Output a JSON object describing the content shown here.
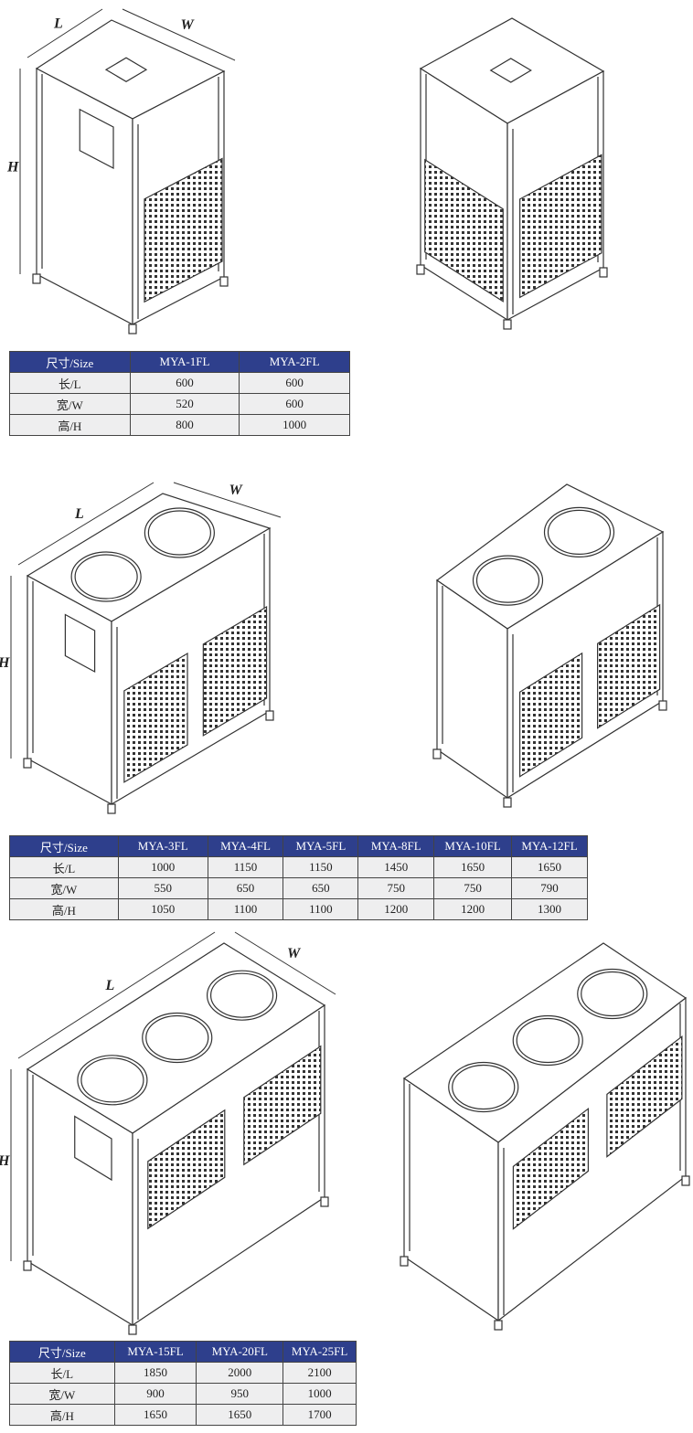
{
  "drawings": [
    {
      "name": "mya-1fl-2fl-front-view",
      "labels": {
        "L": "L",
        "W": "W",
        "H": "H"
      }
    },
    {
      "name": "mya-1fl-2fl-rear-view"
    },
    {
      "name": "mya-3fl-12fl-front-view",
      "labels": {
        "L": "L",
        "W": "W",
        "H": "H"
      }
    },
    {
      "name": "mya-3fl-12fl-rear-view"
    },
    {
      "name": "mya-15fl-25fl-front-view",
      "labels": {
        "L": "L",
        "W": "W",
        "H": "H"
      }
    },
    {
      "name": "mya-15fl-25fl-rear-view"
    }
  ],
  "tables": [
    {
      "header": [
        "尺寸/Size",
        "MYA-1FL",
        "MYA-2FL"
      ],
      "rows": [
        [
          "长/L",
          "600",
          "600"
        ],
        [
          "宽/W",
          "520",
          "600"
        ],
        [
          "高/H",
          "800",
          "1000"
        ]
      ]
    },
    {
      "header": [
        "尺寸/Size",
        "MYA-3FL",
        "MYA-4FL",
        "MYA-5FL",
        "MYA-8FL",
        "MYA-10FL",
        "MYA-12FL"
      ],
      "rows": [
        [
          "长/L",
          "1000",
          "1150",
          "1150",
          "1450",
          "1650",
          "1650"
        ],
        [
          "宽/W",
          "550",
          "650",
          "650",
          "750",
          "750",
          "790"
        ],
        [
          "高/H",
          "1050",
          "1100",
          "1100",
          "1200",
          "1200",
          "1300"
        ]
      ]
    },
    {
      "header": [
        "尺寸/Size",
        "MYA-15FL",
        "MYA-20FL",
        "MYA-25FL"
      ],
      "rows": [
        [
          "长/L",
          "1850",
          "2000",
          "2100"
        ],
        [
          "宽/W",
          "900",
          "950",
          "1000"
        ],
        [
          "高/H",
          "1650",
          "1650",
          "1700"
        ]
      ]
    }
  ],
  "colors": {
    "header_bg": "#2e3f8c",
    "cell_bg": "#eeeeef",
    "line": "#333333"
  }
}
